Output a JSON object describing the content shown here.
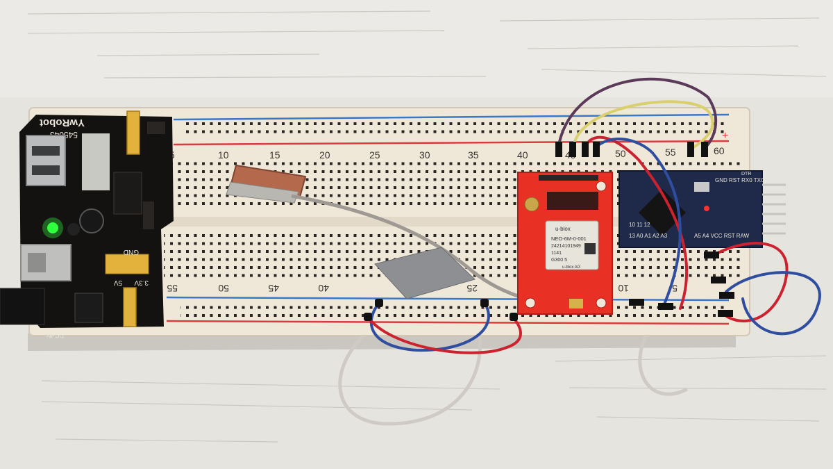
{
  "power_module": {
    "brand": "YwRobot",
    "model": "545043",
    "gnd_label": "GND",
    "v5_label": "5V",
    "v33_label": "3.3V",
    "dc_label": "DC-IN"
  },
  "breadboard": {
    "top_numbers": [
      "5",
      "10",
      "15",
      "20",
      "25",
      "30",
      "35",
      "40",
      "45",
      "50",
      "55",
      "60"
    ],
    "bottom_numbers": [
      "55",
      "50",
      "45",
      "40",
      "25",
      "10",
      "5"
    ],
    "rail_minus": "−",
    "rail_plus": "+"
  },
  "gps_module": {
    "chip_brand": "u-blox",
    "model": "NEO-6M-0-001",
    "serial": "24214101949",
    "code": "1141",
    "lot": "G300 5",
    "maker": "u-blox AG"
  },
  "arduino": {
    "header_labels": "GND RST RX0 TXO",
    "dtr_label": "DTR",
    "bottom_labels": "A5  A4  VCC RST RAW",
    "left_labels": "13  A0  A1  A2  A3",
    "pin_labels": "10  11  12"
  },
  "colors": {
    "breadboard": "#efe7d8",
    "rail_red": "#d83c3c",
    "rail_blue": "#3a78c8",
    "power_pcb": "#141210",
    "gps_pcb": "#e83024",
    "arduino_pcb": "#1f2a4a",
    "wire_purple": "#5a3a58",
    "wire_yellow": "#d9cf6c",
    "wire_red": "#cc2230",
    "wire_blue": "#2f4ea0",
    "led_green": "#30ff40"
  }
}
